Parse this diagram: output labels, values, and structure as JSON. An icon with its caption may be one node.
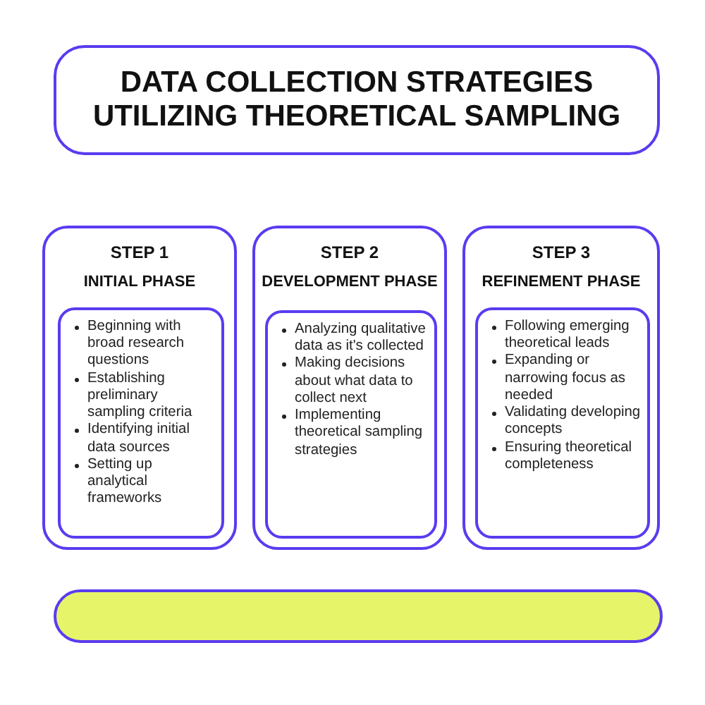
{
  "diagram": {
    "title": "DATA COLLECTION STRATEGIES UTILIZING THEORETICAL SAMPLING",
    "nodes": [
      {
        "text": [
          "STEP 1",
          "INITIAL PHASE"
        ]
      },
      {
        "text": [
          "Beginning with broad research questions",
          "Establishing preliminary sampling criteria",
          "Identifying initial data sources",
          "Setting up analytical frameworks"
        ],
        "in": 0
      },
      {
        "text": [
          "STEP 2",
          "DEVELOPMENT PHASE"
        ]
      },
      {
        "text": [
          "Analyzing qualitative data as it's collected",
          "Making decisions about what data to collect next",
          "Implementing theoretical sampling strategies"
        ],
        "in": 2
      },
      {
        "text": [
          "STEP 3",
          "REFINEMENT PHASE"
        ]
      },
      {
        "text": [
          "Following emerging theoretical leads",
          "Expanding or narrowing focus as needed",
          "Validating developing concepts",
          "Ensuring theoretical completeness"
        ],
        "in": 4
      },
      {
        "text": [],
        "shape": "bar"
      }
    ]
  }
}
